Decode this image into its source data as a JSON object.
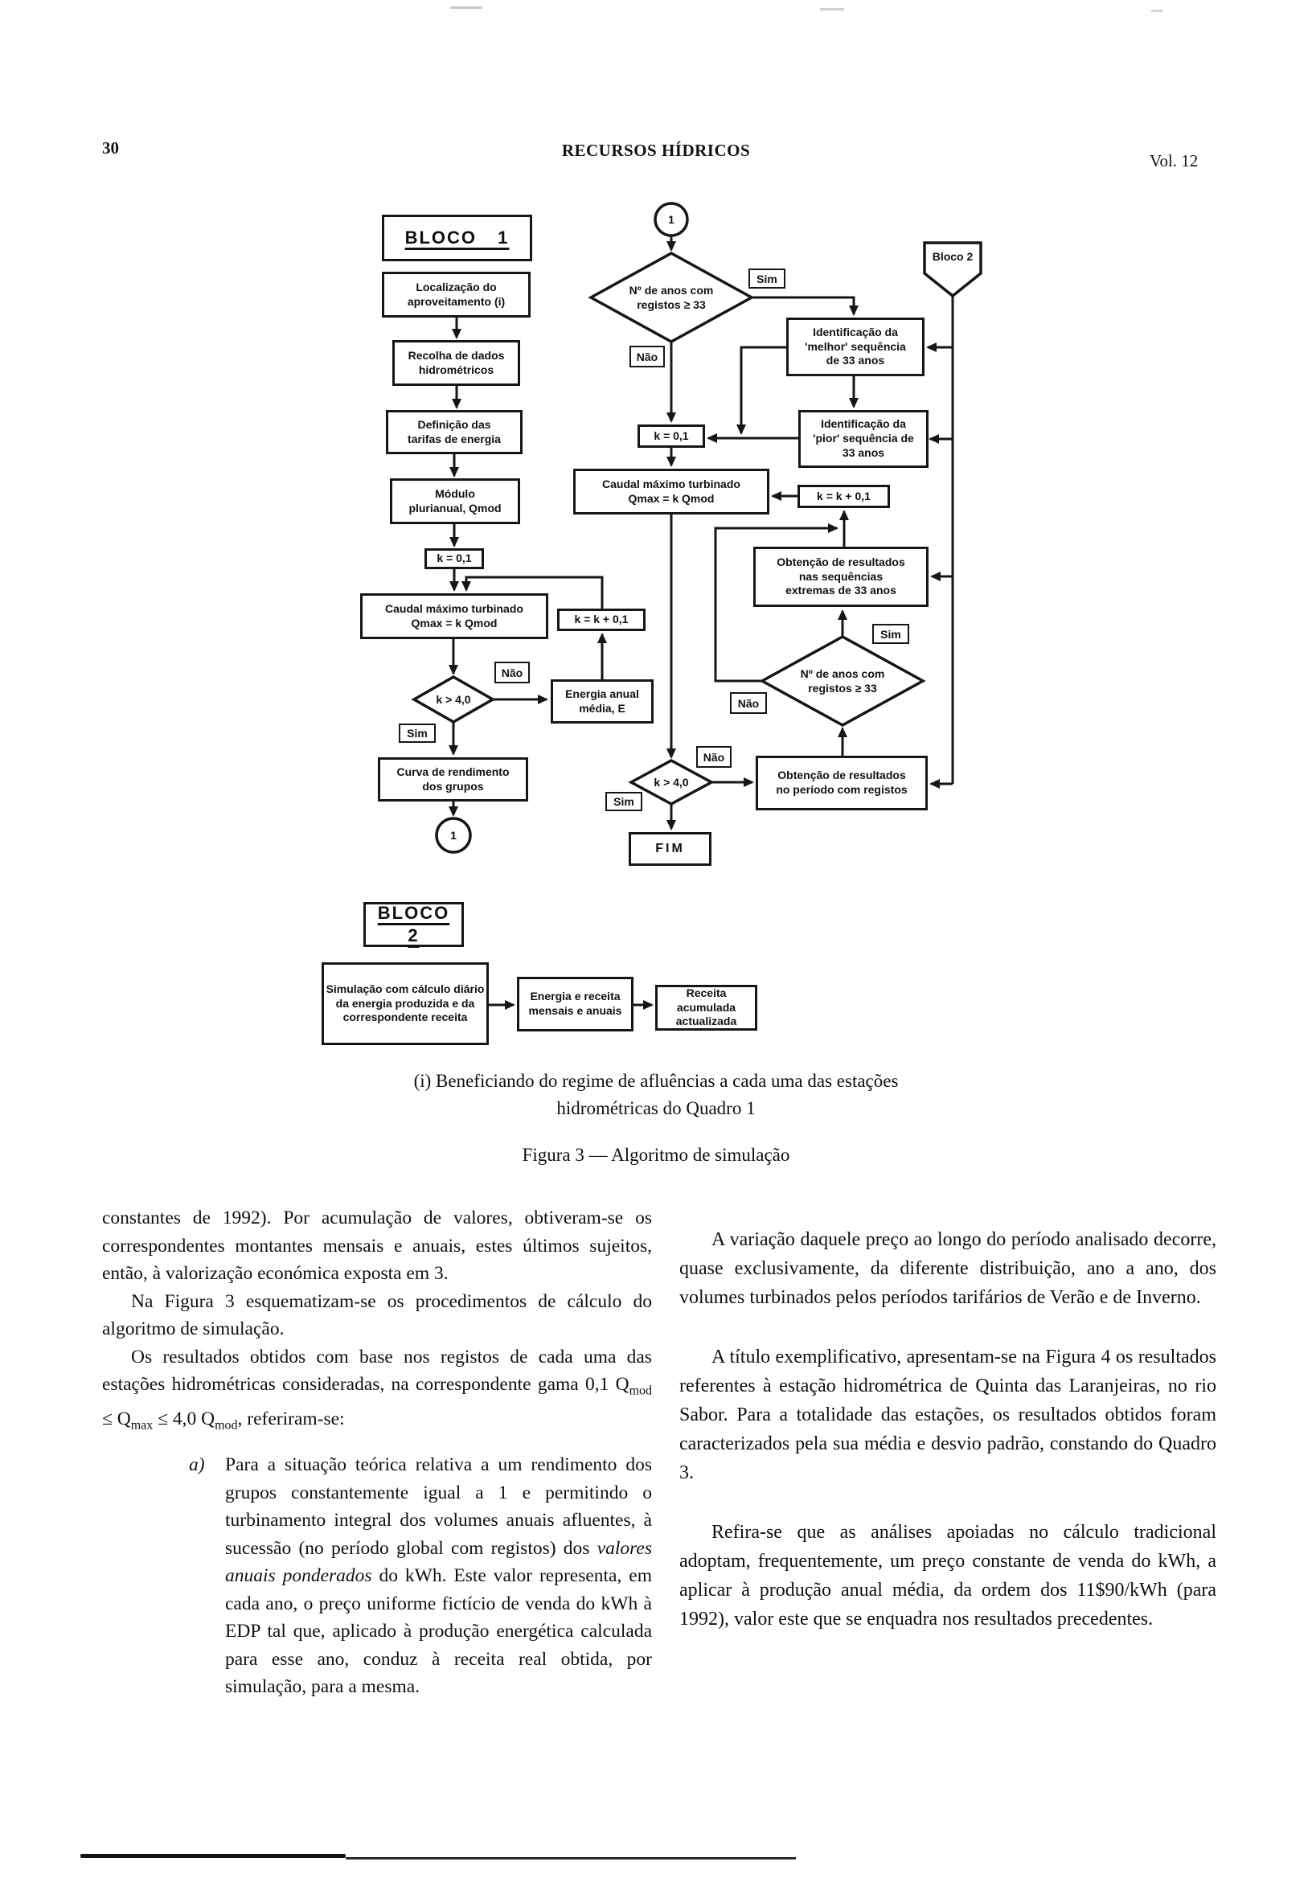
{
  "header": {
    "page_number": "30",
    "journal_title": "RECURSOS HÍDRICOS",
    "volume": "Vol. 12"
  },
  "flowchart": {
    "bloco1_title": "BLOCO 1",
    "bloco2_title": "BLOCO 2",
    "connector_top": "1",
    "connector_bottom": "1",
    "bloco2_ref": "Bloco 2",
    "labels": {
      "sim": "Sim",
      "nao": "Não"
    },
    "nodes": {
      "localizacao": "Localização do\naproveitamento (i)",
      "recolha": "Recolha de dados\nhidrométricos",
      "definicao": "Definição das\ntarifas de energia",
      "modulo": "Módulo\nplurianual, Qmod",
      "k01_left": "k = 0,1",
      "caudal_left": "Caudal máximo turbinado\nQmax = k Qmod",
      "kk01_left": "k = k + 0,1",
      "diamond_left": "k > 4,0",
      "energia": "Energia anual\nmédia, E",
      "curva": "Curva de rendimento\ndos grupos",
      "diamond1": "Nº de anos com\nregistos ≥ 33",
      "melhor": "Identificação da\n'melhor' sequência\nde 33 anos",
      "pior": "Identificação da\n'pior' sequência de\n33 anos",
      "k01_mid": "k = 0,1",
      "caudal_mid": "Caudal máximo turbinado\nQmax = k Qmod",
      "kk01_right": "k = k + 0,1",
      "extremas": "Obtenção de resultados\nnas sequências\nextremas de 33 anos",
      "diamond2": "Nº de anos com\nregistos ≥ 33",
      "periodo": "Obtenção de resultados\nno período com registos",
      "diamond3": "k > 4,0",
      "fim": "FIM",
      "b2_simulacao": "Simulação com cálculo diário\nda energia produzida e da\ncorrespondente receita",
      "b2_energia": "Energia e receita\nmensais e anuais",
      "b2_receita": "Receita acumulada\nactualizada"
    }
  },
  "caption": {
    "note_line1": "(i) Beneficiando do regime de afluências a cada uma das estações",
    "note_line2": "hidrométricas do Quadro 1",
    "figure": "Figura 3 — Algoritmo de simulação"
  },
  "article": {
    "left": {
      "p1": "constantes de 1992). Por acumulação de valores, obtiveram-se os correspondentes montantes mensais e anuais, estes últimos sujeitos, então, à valorização económica exposta em 3.",
      "p2": "Na Figura 3 esquematizam-se os procedimentos de cálculo do algoritmo de simulação.",
      "p3_a": "Os resultados obtidos com base nos registos de cada uma das estações hidrométricas consideradas, na correspondente gama 0,1 Q",
      "p3_sub1": "mod",
      "p3_b": " ≤ Q",
      "p3_sub2": "max",
      "p3_c": " ≤ 4,0 Q",
      "p3_sub3": "mod",
      "p3_d": ", referiram-se:",
      "item_a_marker": "a)",
      "item_a_1": "Para a situação teórica relativa a um rendimento dos grupos constantemente igual a 1 e permitindo o turbinamento integral dos volumes anuais afluentes, à sucessão (no período global com registos) dos ",
      "item_a_em": "valores anuais ponderados",
      "item_a_2": " do kWh. Este valor representa, em cada ano, o preço uniforme fictício de venda do kWh à EDP tal que, aplicado à produção energética calculada para esse ano, conduz à receita real obtida, por simulação, para a mesma."
    },
    "right": {
      "p1": "A variação daquele preço ao longo do período analisado decorre, quase exclusivamente, da diferente distribuição, ano a ano, dos volumes turbinados pelos períodos tarifários de Verão e de Inverno.",
      "p2": "A título exemplificativo, apresentam-se na Figura 4 os resultados referentes à estação hidrométrica de Quinta das Laranjeiras, no rio Sabor. Para a totalidade das estações, os resultados obtidos foram caracterizados pela sua média e desvio padrão, constando do Quadro 3.",
      "p3": "Refira-se que as análises apoiadas no cálculo tradicional adoptam, frequentemente, um preço constante de venda do kWh, a aplicar à produção anual média, da ordem dos 11$90/kWh (para 1992), valor este que se enquadra nos resultados precedentes."
    }
  }
}
